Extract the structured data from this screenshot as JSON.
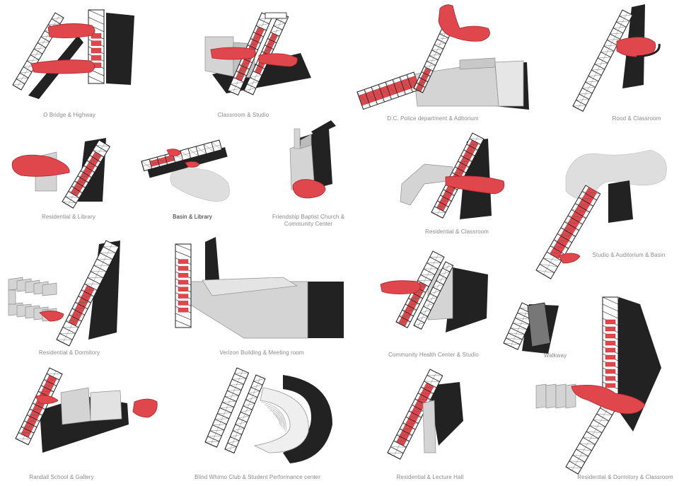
{
  "colors": {
    "red": "#e0474c",
    "red_dark": "#a8262b",
    "frame": "#1c1c1c",
    "shadow": "#222222",
    "mass": "#d4d4d4",
    "mass_edge": "#8f8f8f",
    "basin": "#dedede",
    "caption": "#8a8a8a",
    "caption_emphasis": "#222222"
  },
  "panels": [
    {
      "id": "o-bridge-highway",
      "caption": "O Bridge & Highway"
    },
    {
      "id": "classroom-studio",
      "caption": "Classroom & Studio"
    },
    {
      "id": "police-auditorium",
      "caption": "D.C. Police department & Aditorium"
    },
    {
      "id": "roof-classroom",
      "caption": "Rood & Classroom"
    },
    {
      "id": "residential-library",
      "caption": "Residential & Library"
    },
    {
      "id": "basin-library",
      "caption": "Basin & Library",
      "emphasis": true
    },
    {
      "id": "church-community",
      "caption": "Friendship Baptist Church & Community Center"
    },
    {
      "id": "residential-classroom",
      "caption": "Residential & Classroom"
    },
    {
      "id": "studio-auditorium-basin",
      "caption": "Studio & Auditorium & Basin"
    },
    {
      "id": "residential-dormitory",
      "caption": "Residential & Dormitory"
    },
    {
      "id": "verizon-meeting",
      "caption": "Verizon Building & Meeting room"
    },
    {
      "id": "health-studio",
      "caption": "Community Health Center & Studio"
    },
    {
      "id": "walkway",
      "caption": "Walkway"
    },
    {
      "id": "randall-gallery",
      "caption": "Randall School & Gallery"
    },
    {
      "id": "blind-whimo",
      "caption": "Blind Whimo Club & Student Performance center"
    },
    {
      "id": "residential-lecture",
      "caption": "Residential & Lecture Hall"
    },
    {
      "id": "residential-dorm-classroom",
      "caption": "Residential & Dormitory & Classroom"
    }
  ]
}
